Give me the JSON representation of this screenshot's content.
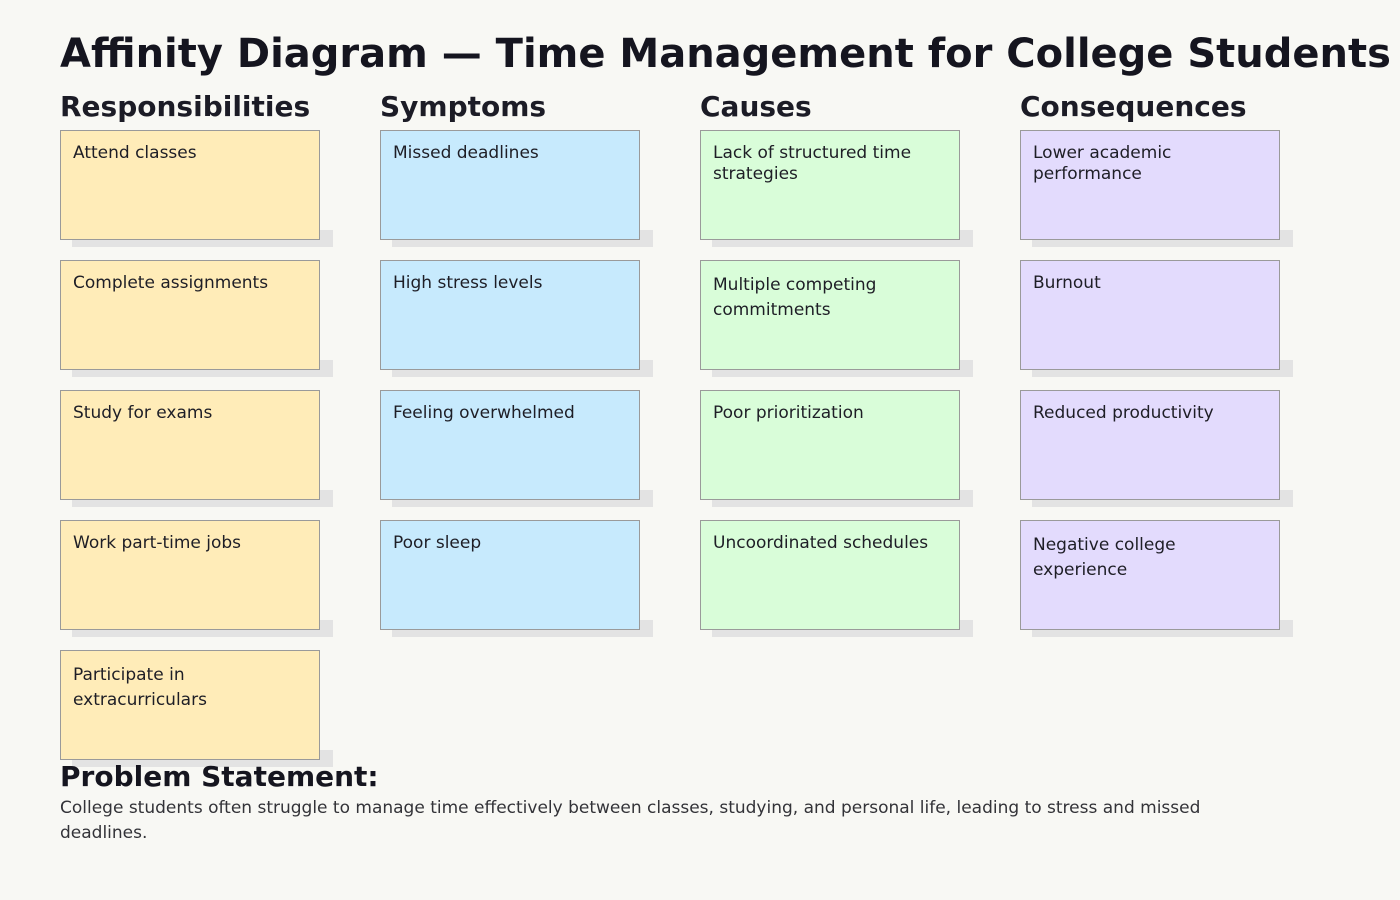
{
  "title": "Affinity Diagram — Time Management for College Students",
  "columns": [
    {
      "heading": "Responsibilities",
      "color": "#ffecb8",
      "notes": [
        "Attend classes",
        "Complete assignments",
        "Study for exams",
        "Work part-time jobs",
        "Participate in extracurriculars"
      ]
    },
    {
      "heading": "Symptoms",
      "color": "#c7eafd",
      "notes": [
        "Missed deadlines",
        "High stress levels",
        "Feeling overwhelmed",
        "Poor sleep"
      ]
    },
    {
      "heading": "Causes",
      "color": "#d9fdd9",
      "notes": [
        "Lack of structured time strategies",
        "Multiple competing commitments",
        "Poor prioritization",
        "Uncoordinated schedules"
      ]
    },
    {
      "heading": "Consequences",
      "color": "#e3dbfd",
      "notes": [
        "Lower academic performance",
        "Burnout",
        "Reduced productivity",
        "Negative college experience"
      ]
    }
  ],
  "problem": {
    "heading": "Problem Statement:",
    "text": "College students often struggle to manage time effectively between classes, studying, and personal life, leading to stress and missed deadlines."
  }
}
